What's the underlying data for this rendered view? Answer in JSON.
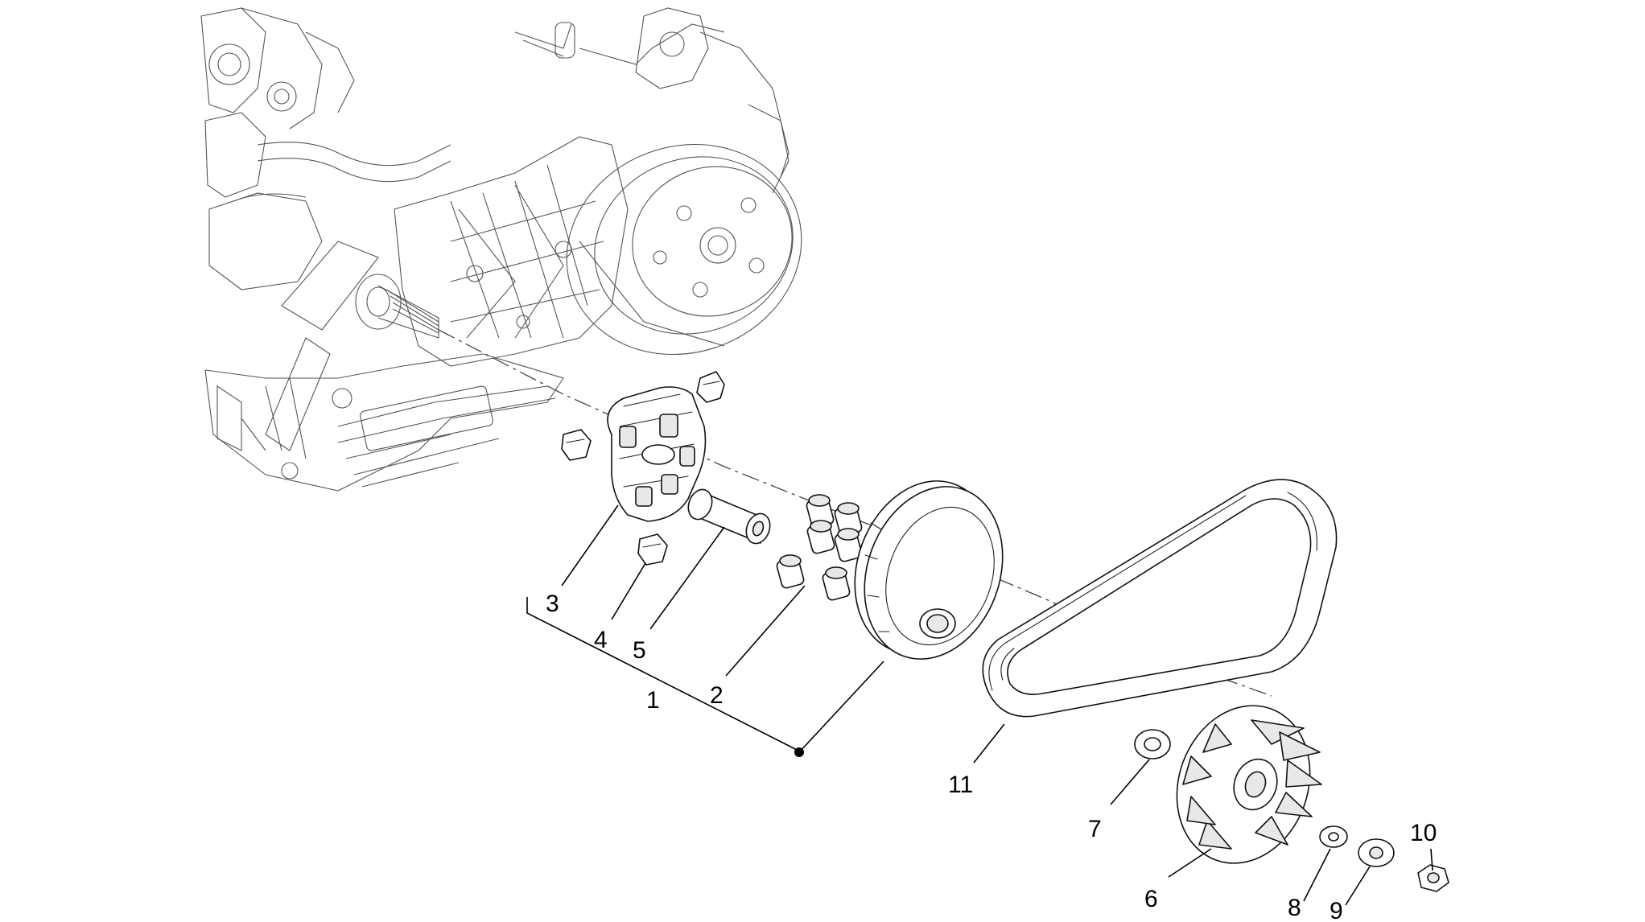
{
  "parts": [
    {
      "id": "p1",
      "number": "1"
    },
    {
      "id": "p2",
      "number": "2"
    },
    {
      "id": "p3",
      "number": "3"
    },
    {
      "id": "p4",
      "number": "4"
    },
    {
      "id": "p5",
      "number": "5"
    },
    {
      "id": "p6",
      "number": "6"
    },
    {
      "id": "p7",
      "number": "7"
    },
    {
      "id": "p8",
      "number": "8"
    },
    {
      "id": "p9",
      "number": "9"
    },
    {
      "id": "p10",
      "number": "10"
    },
    {
      "id": "p11",
      "number": "11"
    }
  ]
}
